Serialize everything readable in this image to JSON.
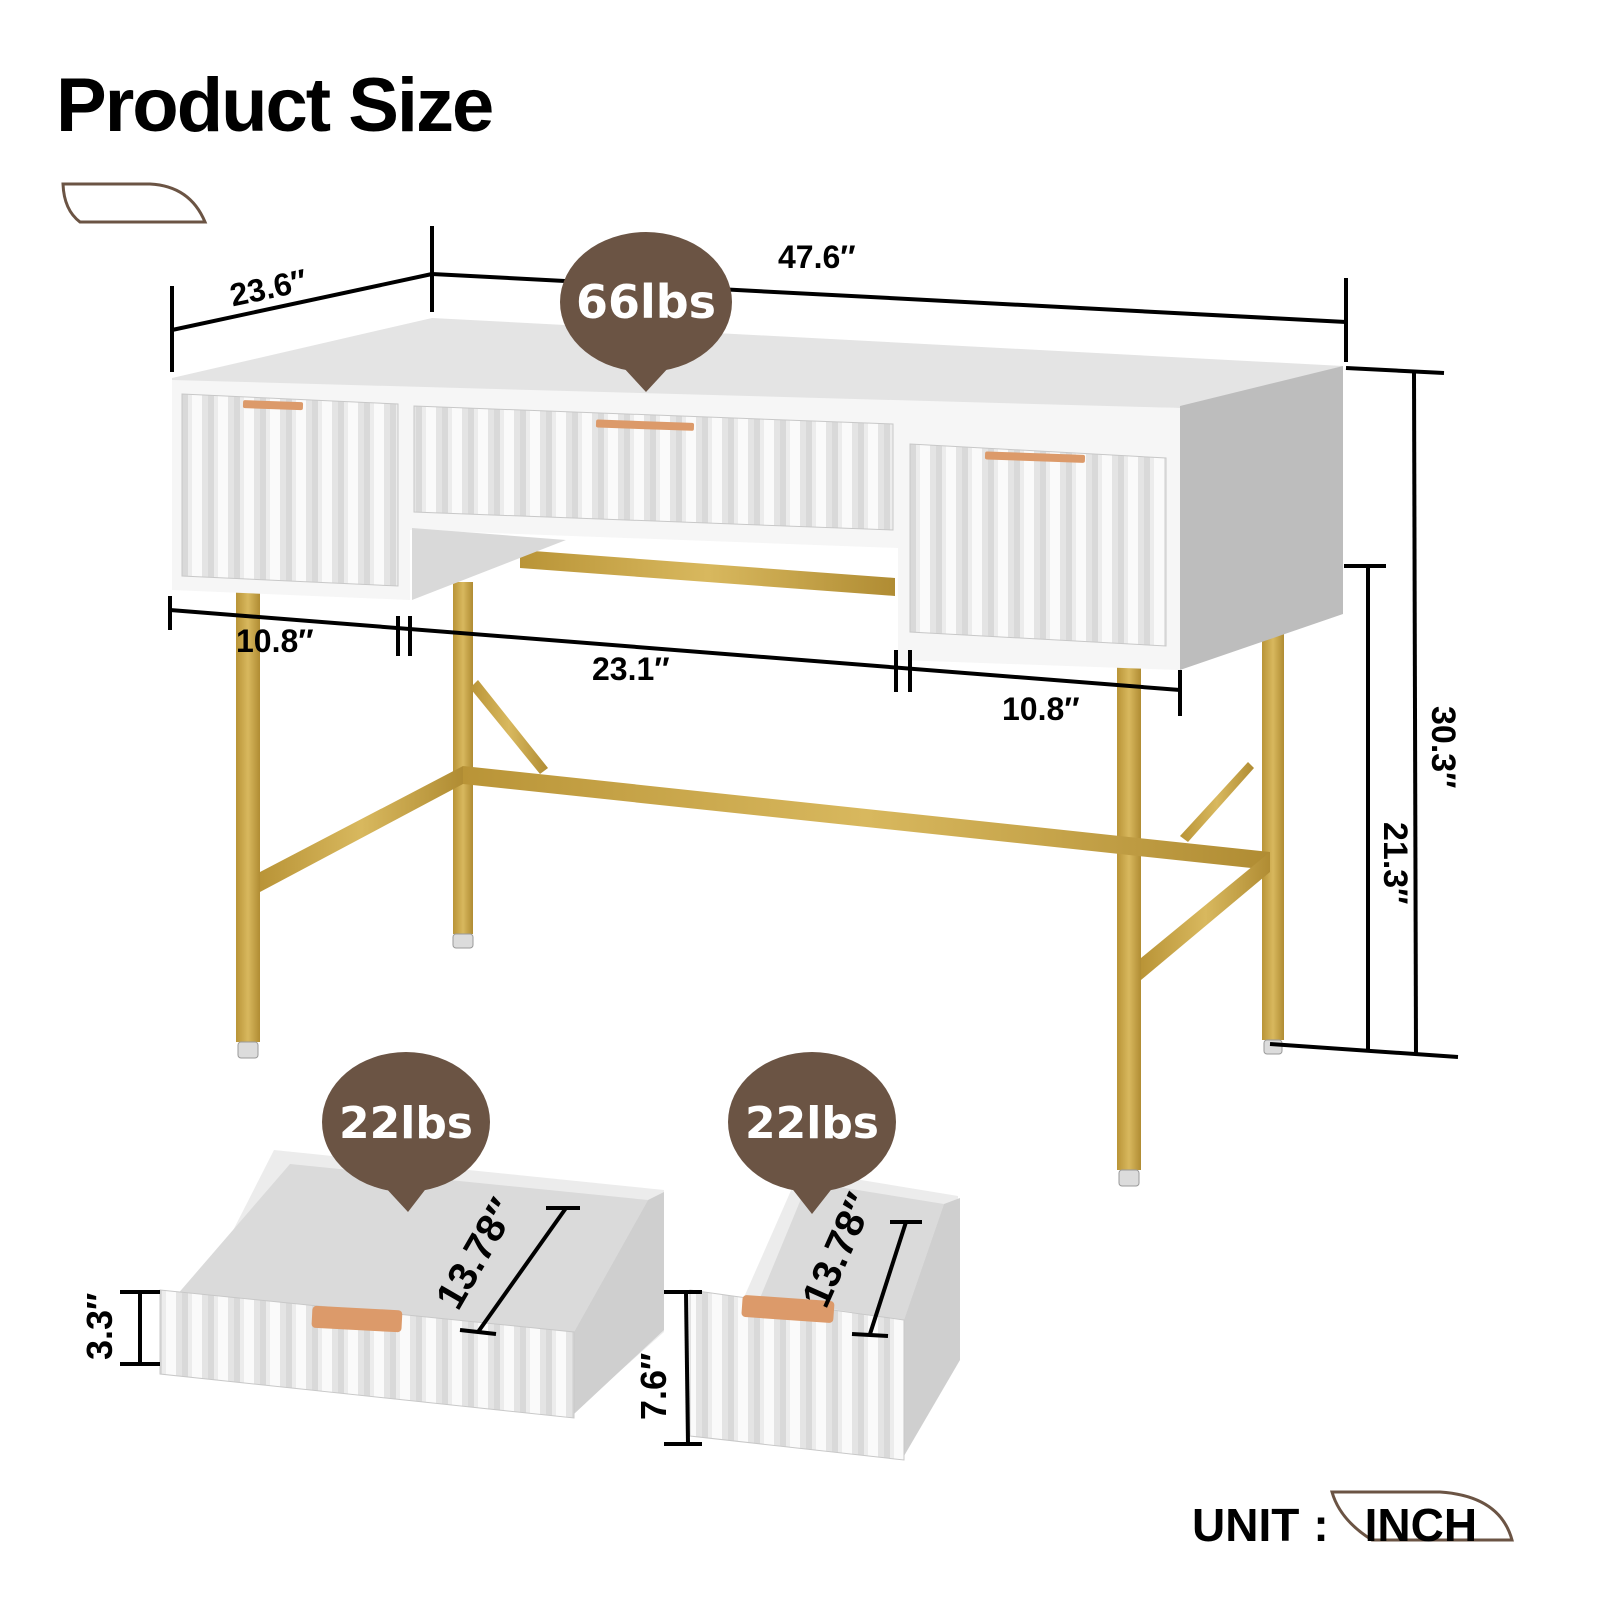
{
  "header": {
    "title": "Product Size"
  },
  "colors": {
    "accent_brown": "#6b5444",
    "gold": "#c9a54c",
    "gold_dark": "#a88536",
    "white_panel": "#f7f7f7",
    "side_gray": "#bdbdbd",
    "top_gray": "#e2e2e2",
    "handle_copper": "#dc9a6a",
    "line": "#000000"
  },
  "desk": {
    "weight_badge": "66lbs",
    "dimensions": {
      "depth": "23.6″",
      "width": "47.6″",
      "total_height": "30.3″",
      "clearance_height": "21.3″",
      "left_drawer_width": "10.8″",
      "middle_opening_width": "23.1″",
      "right_drawer_width": "10.8″"
    }
  },
  "drawers": [
    {
      "name": "center-drawer",
      "weight_badge": "22lbs",
      "depth": "13.78″",
      "height": "3.3″"
    },
    {
      "name": "side-drawer",
      "weight_badge": "22lbs",
      "depth": "13.78″",
      "height": "7.6″"
    }
  ],
  "footer": {
    "unit_label": "UNIT",
    "separator": ":",
    "unit_value": "INCH"
  }
}
